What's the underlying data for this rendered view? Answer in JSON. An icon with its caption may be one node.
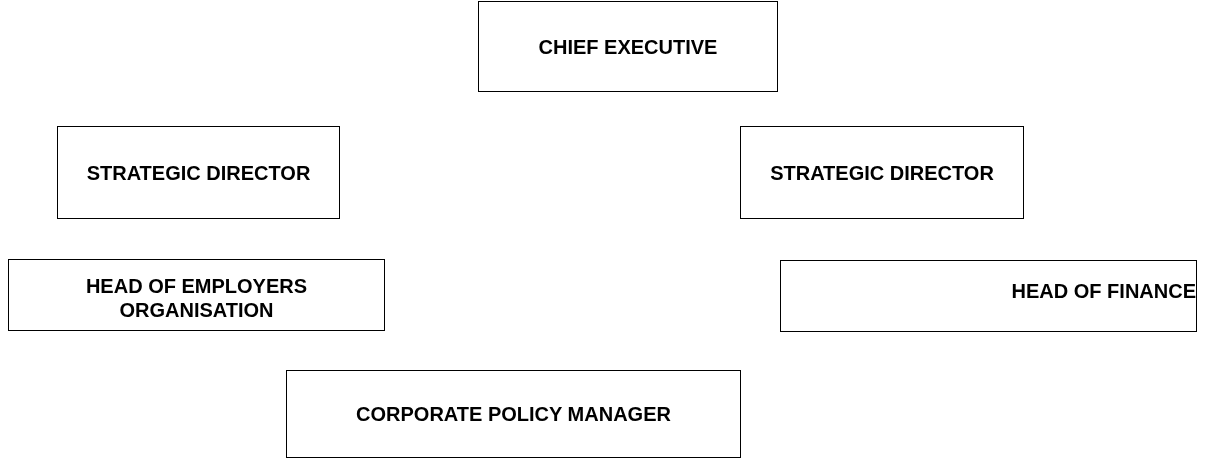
{
  "diagram": {
    "nodes": [
      {
        "text": [
          "CHIEF EXECUTIVE"
        ]
      },
      {
        "text": [
          "STRATEGIC DIRECTOR"
        ]
      },
      {
        "text": [
          "STRATEGIC DIRECTOR"
        ]
      },
      {
        "text": [
          "HEAD OF EMPLOYERS ORGANISATION"
        ]
      },
      {
        "text": [
          "HEAD OF FINANCE"
        ]
      },
      {
        "text": [
          "CORPORATE POLICY MANAGER"
        ]
      }
    ]
  }
}
